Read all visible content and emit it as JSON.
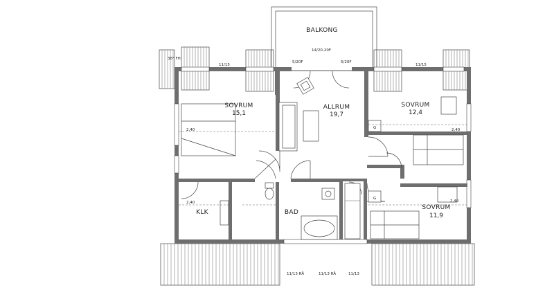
{
  "rooms": {
    "balkong": {
      "name": "BALKONG"
    },
    "sovrum_left": {
      "name": "SOVRUM",
      "area": "15,1"
    },
    "allrum": {
      "name": "ALLRUM",
      "area": "19,7"
    },
    "sovrum_right_top": {
      "name": "SOVRUM",
      "area": "12,4"
    },
    "sovrum_right_bottom": {
      "name": "SOVRUM",
      "area": "11,9"
    },
    "klk": {
      "name": "KLK"
    },
    "bad": {
      "name": "BAD"
    }
  },
  "annotations": {
    "roof_angle": "38° FH",
    "window_top_left": "11/15",
    "window_top_right": "11/15",
    "door_left": "5/20F",
    "door_center": "14/20-20F",
    "door_right": "5/20F",
    "height_left": "2,40",
    "height_right_top": "2,40",
    "height_klk": "2,40",
    "height_right_bottom": "2,40",
    "window_bottom_1": "11/13 RÅ",
    "window_bottom_2": "11/13 RÅ",
    "window_bottom_3": "11/13",
    "g_top": "G",
    "g_bottom": "G"
  }
}
